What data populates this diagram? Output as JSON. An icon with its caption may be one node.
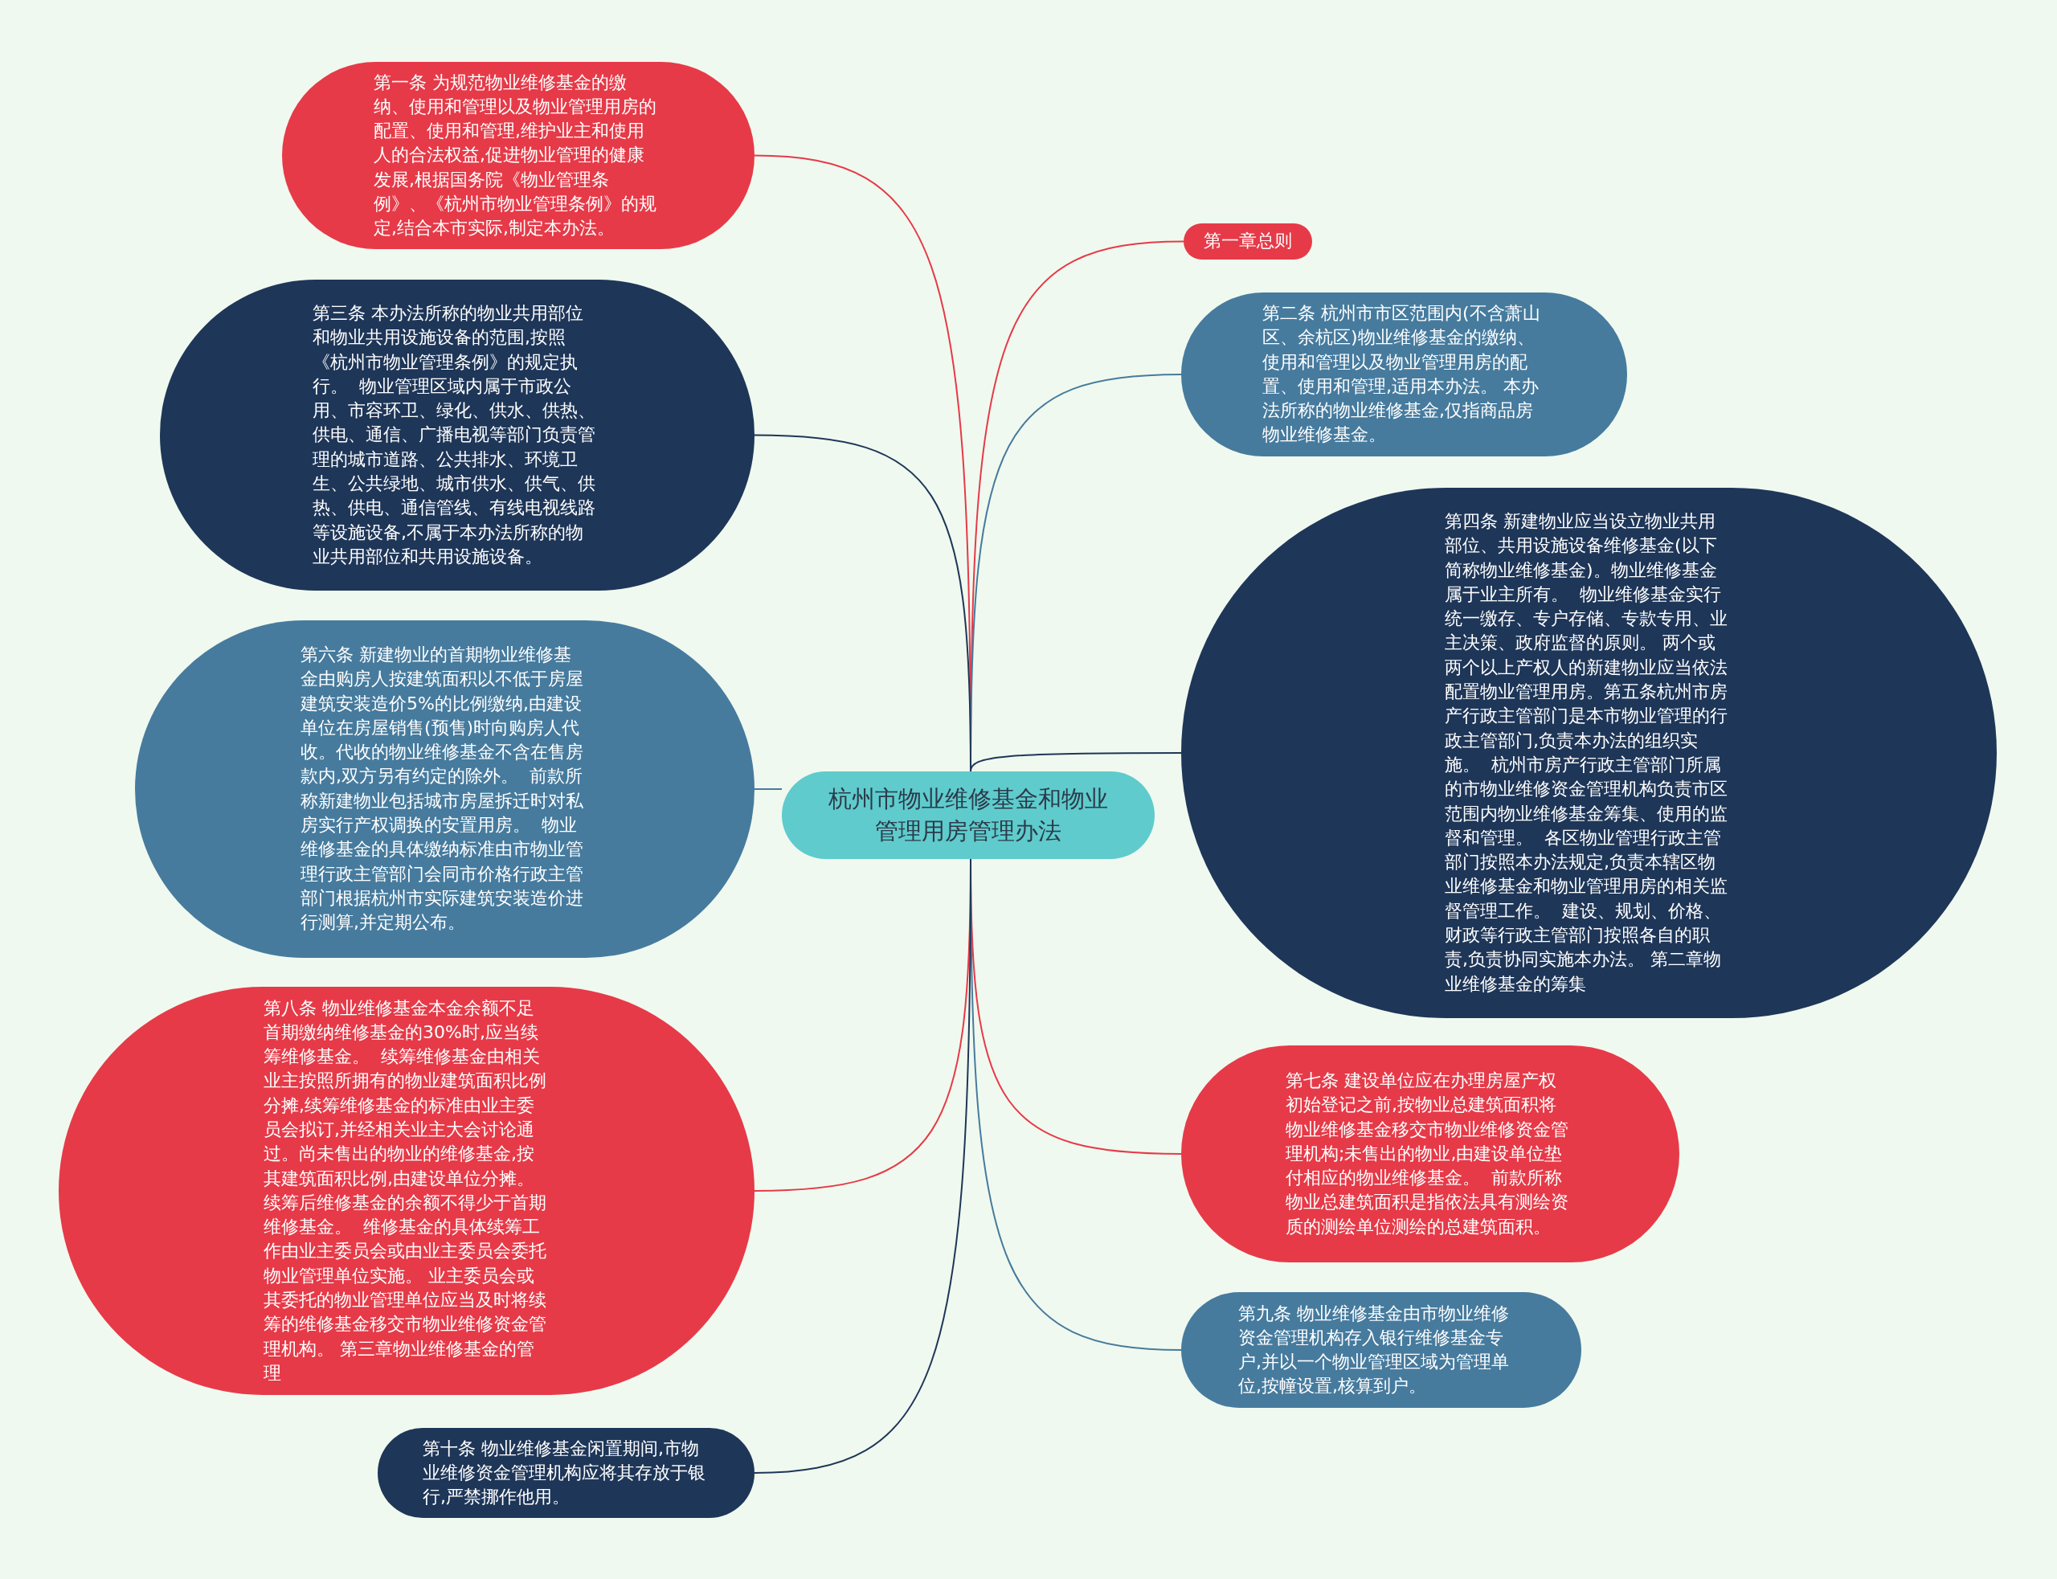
{
  "diagram": {
    "nodes": [
      {
        "text": [
          "杭州市物业维修基金和物业管理用房管理办法"
        ]
      },
      {
        "text": [
          "第一条 为规范物业维修基金的缴纳、使用和管理以及物业管理用房的配置、使用和管理,维护业主和使用人的合法权益,促进物业管理的健康发展,根据国务院《物业管理条例》、《杭州市物业管理条例》的规定,结合本市实际,制定本办法。"
        ]
      },
      {
        "text": [
          "第一章总则"
        ]
      },
      {
        "text": [
          "第二条 杭州市市区范围内(不含萧山区、余杭区)物业维修基金的缴纳、使用和管理以及物业管理用房的配置、使用和管理,适用本办法。 本办法所称的物业维修基金,仅指商品房物业维修基金。"
        ]
      },
      {
        "text": [
          "第三条 本办法所称的物业共用部位和物业共用设施设备的范围,按照《杭州市物业管理条例》的规定执行。  物业管理区域内属于市政公用、市容环卫、绿化、供水、供热、供电、通信、广播电视等部门负责管理的城市道路、公共排水、环境卫生、公共绿地、城市供水、供气、供热、供电、通信管线、有线电视线路等设施设备,不属于本办法所称的物业共用部位和共用设施设备。"
        ]
      },
      {
        "text": [
          "第四条 新建物业应当设立物业共用部位、共用设施设备维修基金(以下简称物业维修基金)。物业维修基金属于业主所有。  物业维修基金实行统一缴存、专户存储、专款专用、业主决策、政府监督的原则。 两个或两个以上产权人的新建物业应当依法配置物业管理用房。第五条杭州市房产行政主管部门是本市物业管理的行政主管部门,负责本办法的组织实施。  杭州市房产行政主管部门所属的市物业维修资金管理机构负责市区范围内物业维修基金筹集、使用的监督和管理。  各区物业管理行政主管部门按照本办法规定,负责本辖区物业维修基金和物业管理用房的相关监督管理工作。  建设、规划、价格、财政等行政主管部门按照各自的职责,负责协同实施本办法。 第二章物业维修基金的筹集"
        ]
      },
      {
        "text": [
          "第六条 新建物业的首期物业维修基金由购房人按建筑面积以不低于房屋建筑安装造价5%的比例缴纳,由建设单位在房屋销售(预售)时向购房人代收。代收的物业维修基金不含在售房款内,双方另有约定的除外。  前款所称新建物业包括城市房屋拆迁时对私房实行产权调换的安置用房。  物业维修基金的具体缴纳标准由市物业管理行政主管部门会同市价格行政主管部门根据杭州市实际建筑安装造价进行测算,并定期公布。"
        ]
      },
      {
        "text": [
          "第七条 建设单位应在办理房屋产权初始登记之前,按物业总建筑面积将物业维修基金移交市物业维修资金管理机构;未售出的物业,由建设单位垫付相应的物业维修基金。  前款所称物业总建筑面积是指依法具有测绘资质的测绘单位测绘的总建筑面积。"
        ]
      },
      {
        "text": [
          "第八条 物业维修基金本金余额不足首期缴纳维修基金的30%时,应当续筹维修基金。  续筹维修基金由相关业主按照所拥有的物业建筑面积比例分摊,续筹维修基金的标准由业主委员会拟订,并经相关业主大会讨论通过。尚未售出的物业的维修基金,按其建筑面积比例,由建设单位分摊。续筹后维修基金的余额不得少于首期维修基金。  维修基金的具体续筹工作由业主委员会或由业主委员会委托物业管理单位实施。 业主委员会或其委托的物业管理单位应当及时将续筹的维修基金移交市物业维修资金管理机构。 第三章物业维修基金的管理"
        ]
      },
      {
        "text": [
          "第九条 物业维修基金由市物业维修资金管理机构存入银行维修基金专户,并以一个物业管理区域为管理单位,按幢设置,核算到户。"
        ]
      },
      {
        "text": [
          "第十条 物业维修基金闲置期间,市物业维修资金管理机构应将其存放于银行,严禁挪作他用。"
        ]
      }
    ],
    "edges": [
      {
        "from": 0,
        "to": 1,
        "arrow": "none",
        "color": "#e63a48"
      },
      {
        "from": 0,
        "to": 2,
        "arrow": "none",
        "color": "#e63a48"
      },
      {
        "from": 0,
        "to": 3,
        "arrow": "none",
        "color": "#467b9e"
      },
      {
        "from": 0,
        "to": 4,
        "arrow": "none",
        "color": "#1e3658"
      },
      {
        "from": 0,
        "to": 5,
        "arrow": "none",
        "color": "#1e3658"
      },
      {
        "from": 0,
        "to": 6,
        "arrow": "none",
        "color": "#467b9e"
      },
      {
        "from": 0,
        "to": 7,
        "arrow": "none",
        "color": "#e63a48"
      },
      {
        "from": 0,
        "to": 8,
        "arrow": "none",
        "color": "#e63a48"
      },
      {
        "from": 0,
        "to": 9,
        "arrow": "none",
        "color": "#467b9e"
      },
      {
        "from": 0,
        "to": 10,
        "arrow": "none",
        "color": "#1e3658"
      }
    ]
  }
}
